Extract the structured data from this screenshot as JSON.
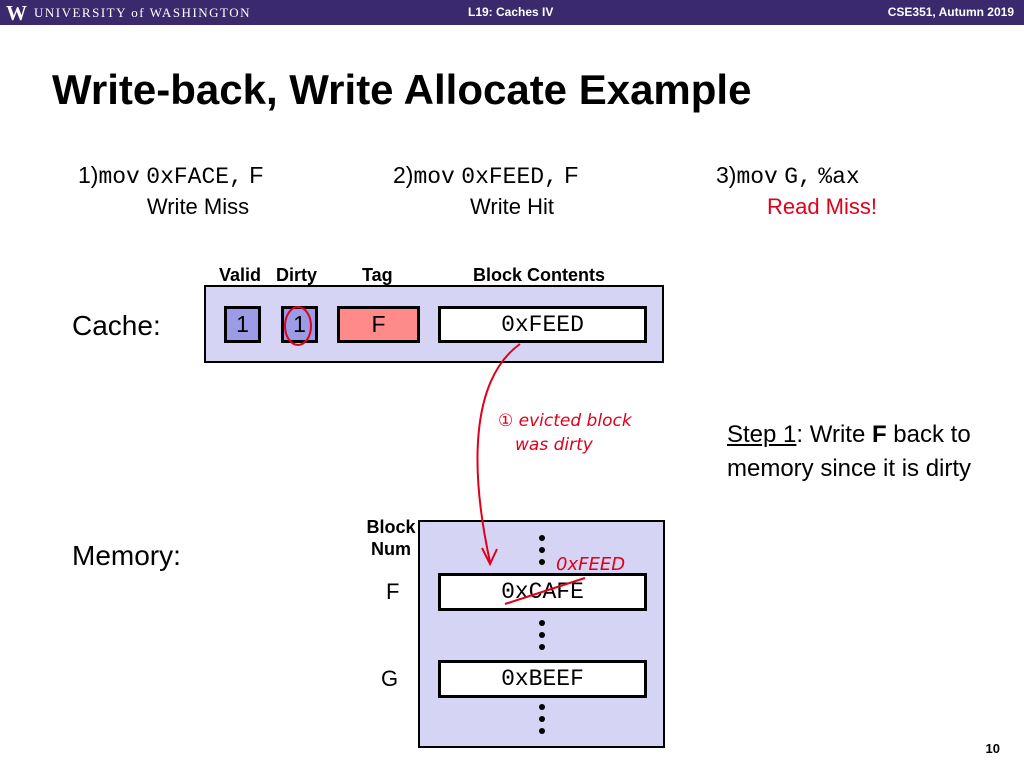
{
  "header": {
    "logo_letter": "W",
    "university": "UNIVERSITY of WASHINGTON",
    "lecture": "L19: Caches IV",
    "course": "CSE351, Autumn 2019"
  },
  "title": "Write-back, Write Allocate Example",
  "instructions": [
    {
      "num": "1)",
      "op": "mov",
      "arg1": "0xFACE,",
      "arg2": "F",
      "result": "Write Miss"
    },
    {
      "num": "2)",
      "op": "mov",
      "arg1": "0xFEED,",
      "arg2": "F",
      "result": "Write Hit"
    },
    {
      "num": "3)",
      "op": "mov",
      "arg1": "G,",
      "arg2": "%ax",
      "result": "Read Miss!"
    }
  ],
  "cache": {
    "label": "Cache:",
    "headers": {
      "valid": "Valid",
      "dirty": "Dirty",
      "tag": "Tag",
      "contents": "Block Contents"
    },
    "valid": "1",
    "dirty": "1",
    "tag": "F",
    "contents": "0xFEED"
  },
  "annotations": {
    "evicted_line1": "① evicted block",
    "evicted_line2": "was dirty",
    "memory_new_value": "0xFEED"
  },
  "step": {
    "label": "Step 1",
    "text_a": ": Write ",
    "bold": "F",
    "text_b": " back to memory since it is dirty"
  },
  "memory": {
    "label": "Memory:",
    "block_header_line1": "Block",
    "block_header_line2": "Num",
    "rows": [
      {
        "num": "F",
        "value": "0xCAFE"
      },
      {
        "num": "G",
        "value": "0xBEEF"
      }
    ]
  },
  "colors": {
    "header_bar": "#3a2a6d",
    "box_fill": "#d5d4f4",
    "valid_fill": "#9c9be5",
    "tag_fill": "#ff8a8a",
    "annotation_red": "#e0001a"
  },
  "page_number": "10"
}
